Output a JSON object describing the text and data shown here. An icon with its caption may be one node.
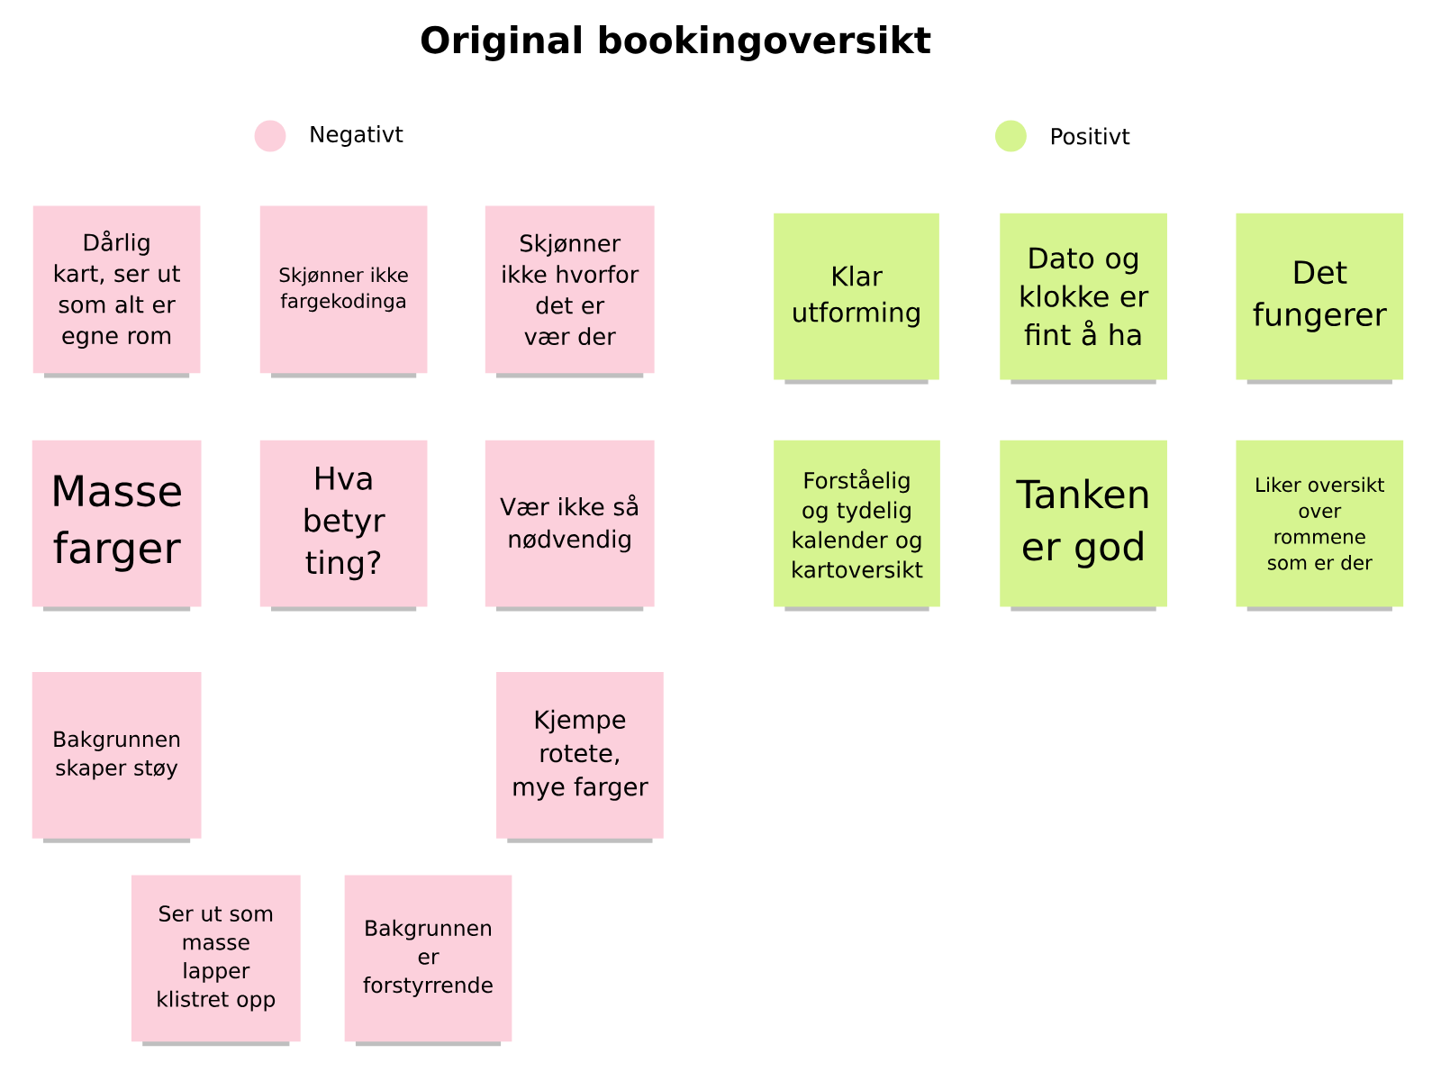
{
  "diagram": {
    "title": "Original bookingoversikt",
    "nodes": [
      {
        "text": [
          "Dårlig kart, ser ut som alt er egne rom"
        ]
      },
      {
        "text": [
          "Skjønner ikke fargekodinga"
        ]
      },
      {
        "text": [
          "Skjønner ikke hvorfor det er vær der"
        ]
      },
      {
        "text": [
          "Masse farger"
        ]
      },
      {
        "text": [
          "Hva betyr ting?"
        ]
      },
      {
        "text": [
          "Vær ikke så nødvendig"
        ]
      },
      {
        "text": [
          "Bakgrunnen skaper støy"
        ]
      },
      {
        "text": [
          "Kjempe rotete, mye farger"
        ]
      },
      {
        "text": [
          "Ser ut som masse lapper klistret opp"
        ]
      },
      {
        "text": [
          "Bakgrunnen er forstyrrende"
        ]
      },
      {
        "text": [
          "Klar utforming"
        ]
      },
      {
        "text": [
          "Dato og klokke er fint å ha"
        ]
      },
      {
        "text": [
          "Det fungerer"
        ]
      },
      {
        "text": [
          "Forståelig og tydelig kalender og kartoversikt"
        ]
      },
      {
        "text": [
          "Tanken er god"
        ]
      },
      {
        "text": [
          "Liker oversikt over rommene som er der"
        ]
      }
    ],
    "legend": [
      {
        "text": "Negativt",
        "color": "#fcd0dc"
      },
      {
        "text": "Positivt",
        "color": "#d6f490"
      }
    ]
  }
}
